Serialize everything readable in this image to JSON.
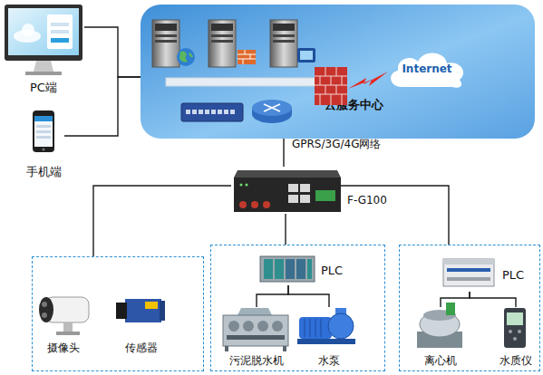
{
  "diagram": {
    "nodes": [
      {
        "text": [
          "PC端"
        ]
      },
      {
        "text": [
          "手机端"
        ]
      },
      {
        "text": [
          "云服务中心"
        ]
      },
      {
        "text": [
          "Internet"
        ],
        "in": 2
      },
      {
        "text": [
          "F-G100"
        ]
      },
      {
        "text": []
      },
      {
        "text": [
          "摄像头"
        ],
        "in": 5
      },
      {
        "text": [
          "传感器"
        ],
        "in": 5
      },
      {
        "text": []
      },
      {
        "text": [
          "PLC"
        ],
        "in": 8
      },
      {
        "text": [
          "污泥脱水机"
        ],
        "in": 8
      },
      {
        "text": [
          "水泵"
        ],
        "in": 8
      },
      {
        "text": []
      },
      {
        "text": [
          "PLC"
        ],
        "in": 12
      },
      {
        "text": [
          "离心机"
        ],
        "in": 12
      },
      {
        "text": [
          "水质仪"
        ],
        "in": 12
      }
    ],
    "edges": [
      {
        "from": 0,
        "to": 2,
        "arrow": "none"
      },
      {
        "from": 1,
        "to": 2,
        "arrow": "none"
      },
      {
        "from": 2,
        "to": 4,
        "label": "GPRS/3G/4G网络",
        "arrow": "none"
      },
      {
        "from": 4,
        "to": 5,
        "arrow": "none"
      },
      {
        "from": 4,
        "to": 8,
        "arrow": "none"
      },
      {
        "from": 4,
        "to": 12,
        "arrow": "none"
      },
      {
        "from": 9,
        "to": 10,
        "arrow": "none"
      },
      {
        "from": 9,
        "to": 11,
        "arrow": "none"
      },
      {
        "from": 13,
        "to": 14,
        "arrow": "none"
      },
      {
        "from": 13,
        "to": 15,
        "arrow": "none"
      }
    ]
  }
}
